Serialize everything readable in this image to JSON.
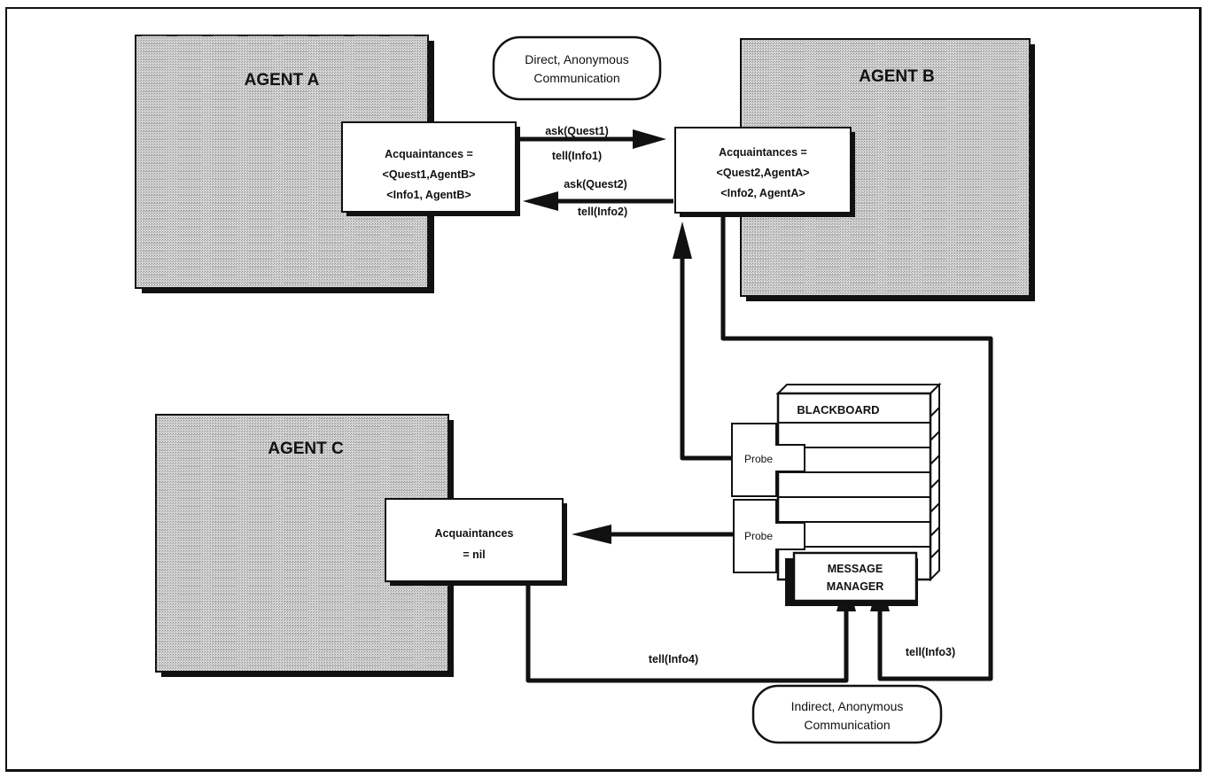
{
  "agents": {
    "a": {
      "title": "AGENT A",
      "acquaintances": [
        "Acquaintances =",
        "<Quest1,AgentB>",
        "<Info1, AgentB>"
      ]
    },
    "b": {
      "title": "AGENT B",
      "acquaintances": [
        "Acquaintances =",
        "<Quest2,AgentA>",
        "<Info2, AgentA>"
      ]
    },
    "c": {
      "title": "AGENT C",
      "acquaintances": [
        "Acquaintances",
        "= nil"
      ]
    }
  },
  "messages": {
    "ask_quest1": "ask(Quest1)",
    "tell_info1": "tell(Info1)",
    "ask_quest2": "ask(Quest2)",
    "tell_info2": "tell(Info2)",
    "tell_info4": "tell(Info4)",
    "tell_info3": "tell(Info3)"
  },
  "bubbles": {
    "direct": [
      "Direct, Anonymous",
      "Communication"
    ],
    "indirect": [
      "Indirect, Anonymous",
      "Communication"
    ]
  },
  "blackboard": {
    "title": "BLACKBOARD",
    "probe1": "Probe",
    "probe2": "Probe",
    "manager": [
      "MESSAGE",
      "MANAGER"
    ]
  },
  "colors": {
    "line": "#111111",
    "agent_fill": "#c9c9c9",
    "box_fill": "#ffffff"
  }
}
